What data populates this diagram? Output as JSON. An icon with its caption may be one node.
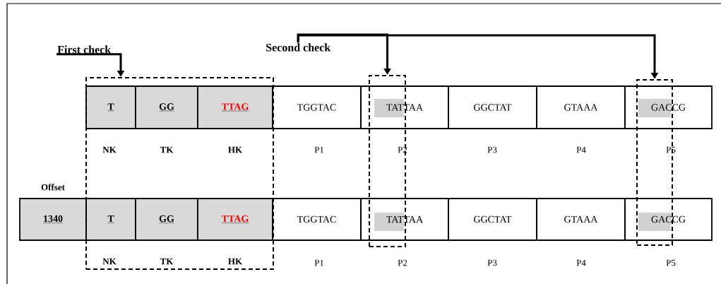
{
  "diagram": {
    "nodes": [
      {
        "text": [
          "First check"
        ]
      },
      {
        "text": [
          "Second check"
        ]
      },
      {
        "text": [],
        "shape": "box"
      },
      {
        "text": [],
        "shape": "box"
      },
      {
        "text": [],
        "shape": "box"
      },
      {
        "text": [
          "T"
        ],
        "in": 2
      },
      {
        "text": [
          "GG"
        ],
        "in": 2
      },
      {
        "text": [
          "TTAG"
        ],
        "in": 2
      },
      {
        "text": [
          "TGGTAC"
        ]
      },
      {
        "text": [
          "TATTAA"
        ]
      },
      {
        "text": [
          "GGCTAT"
        ]
      },
      {
        "text": [
          "GTAAA"
        ]
      },
      {
        "text": [
          "GACCG"
        ]
      },
      {
        "text": [
          "1340"
        ],
        "beside": [
          "Offset"
        ]
      },
      {
        "text": [
          "T"
        ],
        "in": 2
      },
      {
        "text": [
          "GG"
        ],
        "in": 2
      },
      {
        "text": [
          "TTAG"
        ],
        "in": 2
      },
      {
        "text": [
          "TGGTAC"
        ]
      },
      {
        "text": [
          "TATTAA"
        ]
      },
      {
        "text": [
          "GGCTAT"
        ]
      },
      {
        "text": [
          "GTAAA"
        ]
      },
      {
        "text": [
          "GACCG"
        ]
      }
    ],
    "edges": [
      {
        "from": 0,
        "to": 2,
        "arrow": "to"
      },
      {
        "from": 1,
        "to": 3,
        "arrow": "to"
      },
      {
        "from": 1,
        "to": 4,
        "arrow": "to"
      }
    ],
    "labels": [
      "NK",
      "TK",
      "HK",
      "P1",
      "P2",
      "P3",
      "P4",
      "P5",
      "NK",
      "TK",
      "HK",
      "P1",
      "P2",
      "P3",
      "P4",
      "P5"
    ]
  }
}
